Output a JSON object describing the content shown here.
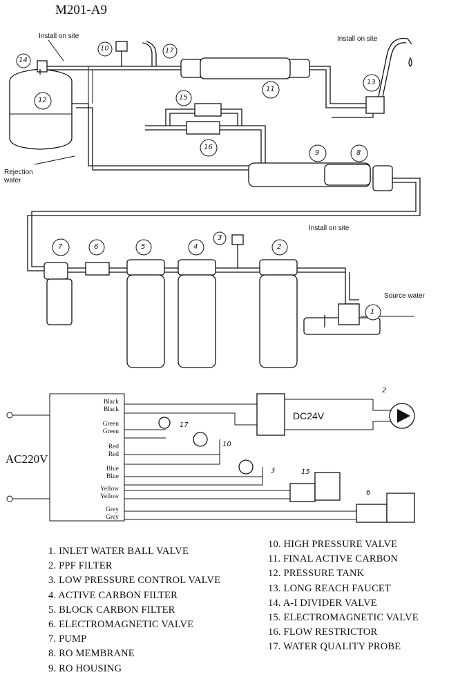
{
  "title": "M201-A9",
  "labels": {
    "install_on_site_top_left": "Install on site",
    "install_on_site_top_right": "Install on site",
    "install_on_site_middle": "Install on site",
    "rejection_water_line1": "Rejection",
    "rejection_water_line2": "water",
    "source_water": "Source water"
  },
  "component_numbers": [
    "1",
    "2",
    "3",
    "4",
    "5",
    "6",
    "7",
    "8",
    "9",
    "10",
    "11",
    "12",
    "13",
    "14",
    "15",
    "16",
    "17"
  ],
  "wiring": {
    "supply": "AC220V",
    "transformer_output": "DC24V",
    "wires": [
      {
        "a": "Black",
        "b": "Black"
      },
      {
        "a": "Green",
        "b": "Green"
      },
      {
        "a": "Red",
        "b": "Red"
      },
      {
        "a": "Blue",
        "b": "Blue"
      },
      {
        "a": "Yellow",
        "b": "Yellow"
      },
      {
        "a": "Grey",
        "b": "Grey"
      }
    ]
  },
  "legend_left": [
    "1. INLET WATER BALL VALVE",
    "2. PPF FILTER",
    "3. LOW PRESSURE CONTROL VALVE",
    "4. ACTIVE CARBON FILTER",
    "5. BLOCK CARBON FILTER",
    "6. ELECTROMAGNETIC VALVE",
    "7. PUMP",
    "8. RO MEMBRANE",
    "9. RO HOUSING"
  ],
  "legend_right": [
    "10. HIGH PRESSURE VALVE",
    "11. FINAL ACTIVE CARBON",
    "12. PRESSURE TANK",
    "13. LONG REACH FAUCET",
    "14. A-I DIVIDER VALVE",
    "15. ELECTROMAGNETIC VALVE",
    "16. FLOW RESTRICTOR",
    "17. WATER QUALITY PROBE"
  ]
}
